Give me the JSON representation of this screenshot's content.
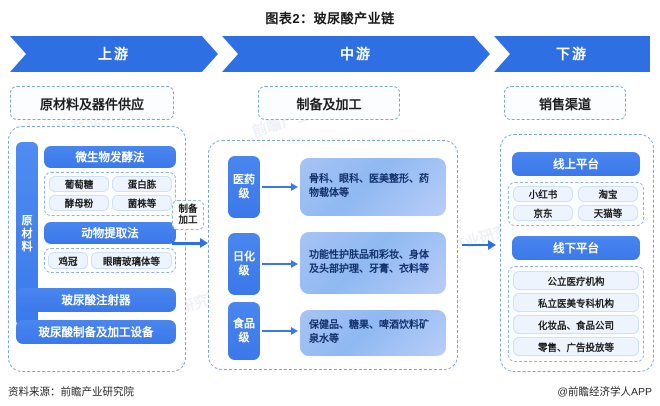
{
  "title": "图表2：玻尿酸产业链",
  "banner": {
    "stages": [
      {
        "label": "上游"
      },
      {
        "label": "中游"
      },
      {
        "label": "下游"
      }
    ]
  },
  "headers": [
    {
      "label": "原材料及器件供应"
    },
    {
      "label": "制备及加工"
    },
    {
      "label": "销售渠道"
    }
  ],
  "upstream": {
    "vertical_label": "原材料",
    "groups": [
      {
        "title": "微生物发酵法",
        "items": [
          "葡萄糖",
          "蛋白胨",
          "酵母粉",
          "菌株等"
        ]
      },
      {
        "title": "动物提取法",
        "items": [
          "鸡冠",
          "眼睛玻璃体等"
        ]
      }
    ],
    "equipment": [
      "玻尿酸注射器",
      "玻尿酸制备及加工设备"
    ]
  },
  "connector": {
    "label": "制备\n加工",
    "label_line1": "制备",
    "label_line2": "加工"
  },
  "midstream": {
    "rows": [
      {
        "grade": "医药级",
        "desc": "骨科、眼科、医美整形、药物载体等"
      },
      {
        "grade": "日化级",
        "desc": "功能性护肤品和彩妆、身体及头部护理、牙膏、衣料等"
      },
      {
        "grade": "食品级",
        "desc": "保健品、糖果、啤酒饮料矿泉水等"
      }
    ]
  },
  "downstream": {
    "channels": [
      {
        "title": "线上平台",
        "items": [
          "小红书",
          "淘宝",
          "京东",
          "天猫等"
        ],
        "layout": "grid"
      },
      {
        "title": "线下平台",
        "items": [
          "公立医疗机构",
          "私立医美专科机构",
          "化妆品、食品公司",
          "零售、广告投放等"
        ],
        "layout": "list"
      }
    ]
  },
  "footer": {
    "source": "资料来源：前瞻产业研究院",
    "credit": "@前瞻经济学人APP"
  },
  "watermarks": [
    "前瞻产业研究院",
    "前瞻产业研究院",
    "前瞻产业研究院",
    "前瞻产业研究院"
  ],
  "colors": {
    "banner_blue": "#2f6fe4",
    "pill_blue": "#3b78ea",
    "desc_blue": "#8fb9f2",
    "dashed_border": "#7ba4e8",
    "mini_bg": "#eef4fe"
  }
}
